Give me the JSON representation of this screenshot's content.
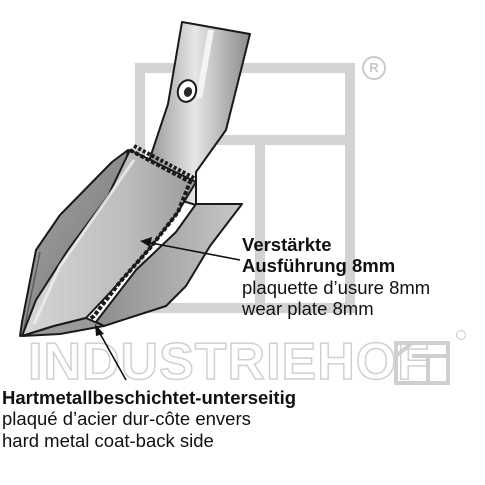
{
  "watermark": {
    "brand_text": "INDUSTRIEHOF"
  },
  "callout_top": {
    "line1": "Verstärkte",
    "line2": "Ausführung 8mm",
    "line3": "plaquette d’usure 8mm",
    "line4": "wear plate 8mm"
  },
  "callout_bottom": {
    "line1": "Hartmetallbeschichtet-unterseitig",
    "line2": "plaqué d’acier dur-côte envers",
    "line3": "hard metal coat-back side"
  },
  "colors": {
    "steel_light": "#dcdcdc",
    "steel_mid": "#b5b5b5",
    "steel_dark": "#7a7a7a",
    "outline": "#1a1a1a",
    "watermark": "#cfcfcf"
  }
}
